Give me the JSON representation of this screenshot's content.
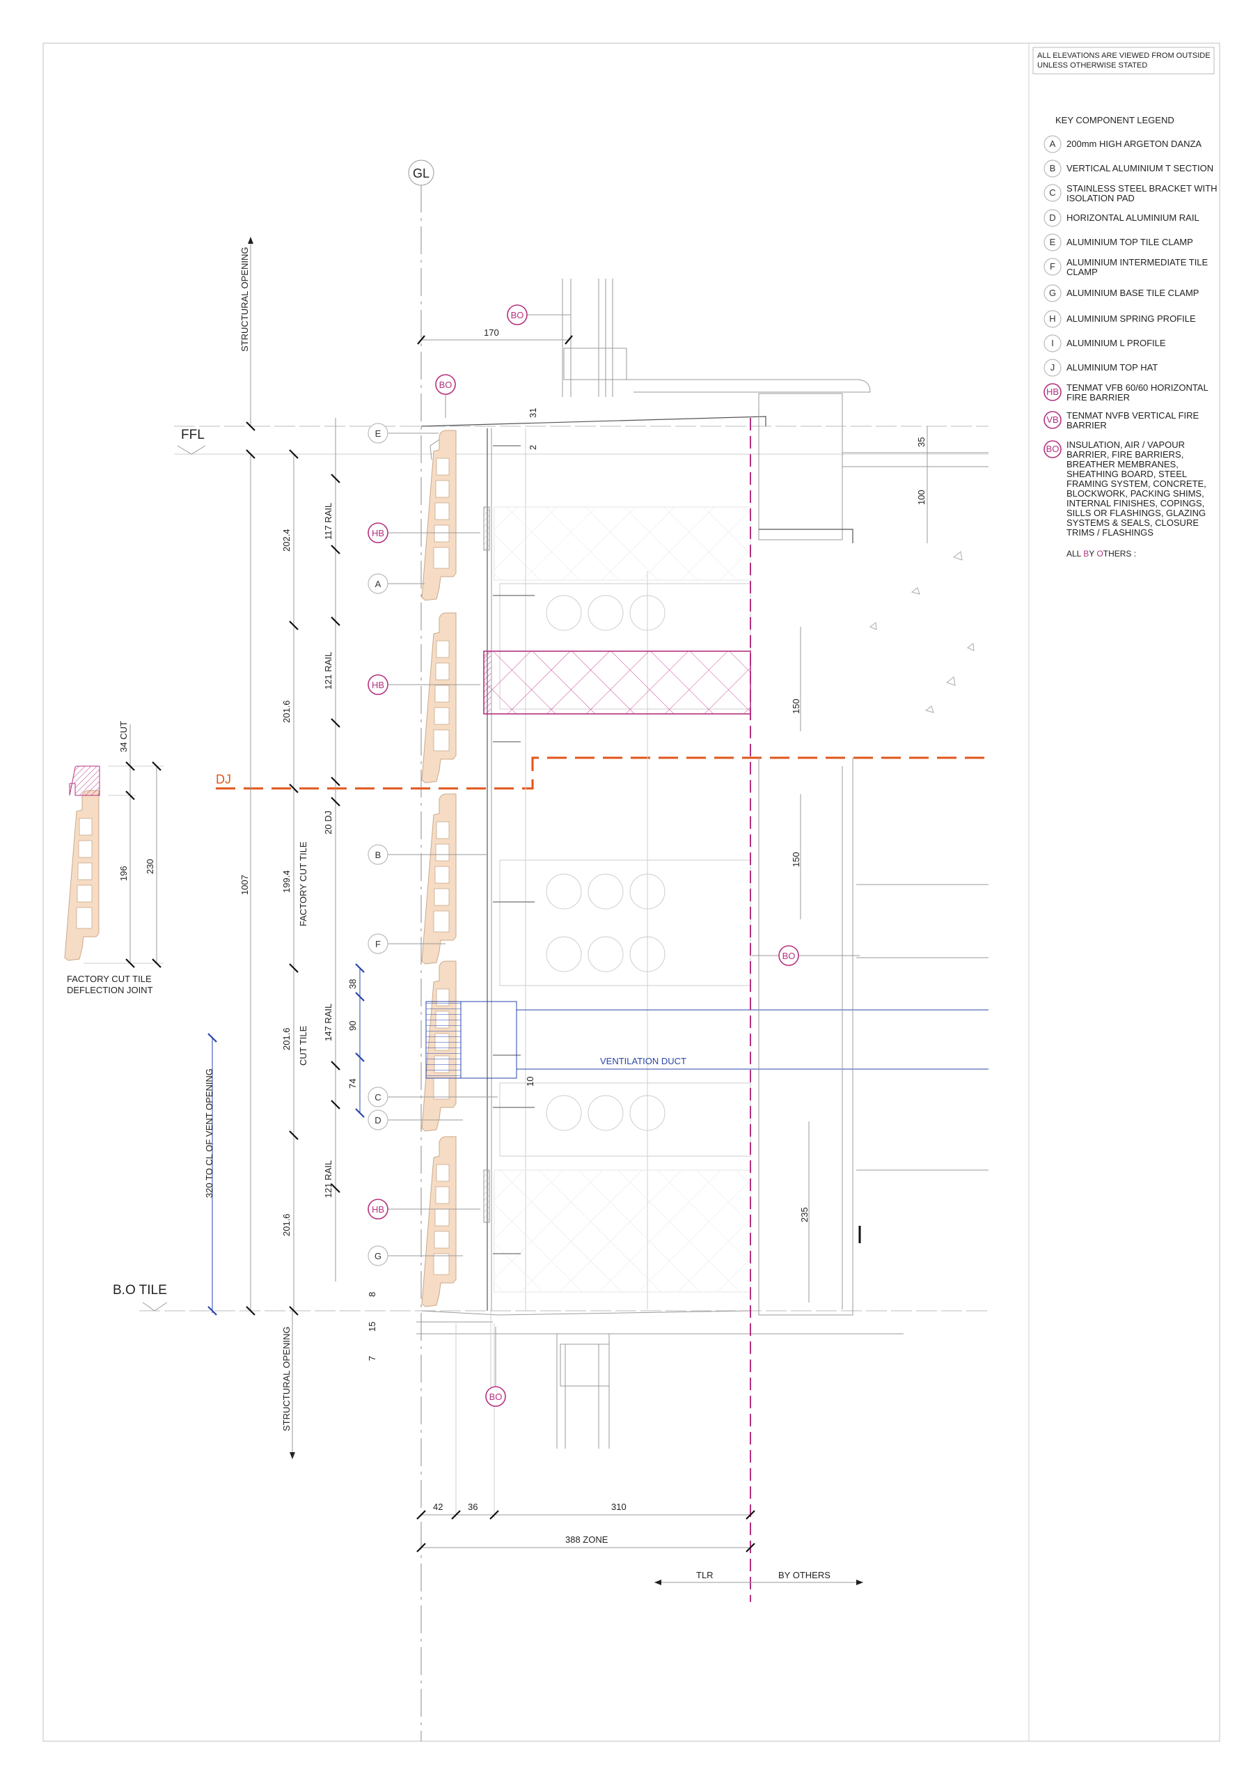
{
  "note": {
    "line1": "ALL ELEVATIONS ARE VIEWED FROM OUTSIDE",
    "line2": "UNLESS OTHERWISE STATED"
  },
  "legend": {
    "title": "KEY COMPONENT LEGEND",
    "items": [
      {
        "key": "A",
        "lines": [
          "200mm HIGH ARGETON DANZA"
        ]
      },
      {
        "key": "B",
        "lines": [
          "VERTICAL ALUMINIUM T SECTION"
        ]
      },
      {
        "key": "C",
        "lines": [
          "STAINLESS STEEL BRACKET WITH",
          "ISOLATION PAD"
        ]
      },
      {
        "key": "D",
        "lines": [
          "HORIZONTAL ALUMINIUM RAIL"
        ]
      },
      {
        "key": "E",
        "lines": [
          "ALUMINIUM TOP TILE CLAMP"
        ]
      },
      {
        "key": "F",
        "lines": [
          "ALUMINIUM INTERMEDIATE TILE",
          "CLAMP"
        ]
      },
      {
        "key": "G",
        "lines": [
          "ALUMINIUM BASE TILE CLAMP"
        ]
      },
      {
        "key": "H",
        "lines": [
          "ALUMINIUM SPRING PROFILE"
        ]
      },
      {
        "key": "I",
        "lines": [
          "ALUMINIUM L PROFILE"
        ]
      },
      {
        "key": "J",
        "lines": [
          "ALUMINIUM TOP HAT"
        ]
      },
      {
        "key": "HB",
        "lines": [
          "TENMAT VFB 60/60 HORIZONTAL",
          "FIRE BARRIER"
        ]
      },
      {
        "key": "VB",
        "lines": [
          "TENMAT NVFB VERTICAL FIRE",
          "BARRIER"
        ]
      },
      {
        "key": "BO",
        "lines": [
          "INSULATION, AIR / VAPOUR",
          "BARRIER, FIRE BARRIERS,",
          "BREATHER MEMBRANES,",
          "SHEATHING BOARD, STEEL",
          "FRAMING SYSTEM, CONCRETE,",
          "BLOCKWORK, PACKING SHIMS,",
          "INTERNAL FINISHES, COPINGS,",
          "SILLS OR FLASHINGS, GLAZING",
          "SYSTEMS & SEALS, CLOSURE",
          "TRIMS / FLASHINGS"
        ]
      }
    ],
    "footer": {
      "a": "ALL ",
      "b": "B",
      "c": "Y ",
      "d": "O",
      "e": "THERS :"
    }
  },
  "levels": {
    "gl": "GL",
    "ffl": "FFL",
    "dj": "DJ",
    "bo_tile": "B.O TILE"
  },
  "labels": {
    "structural_opening_top": "STRUCTURAL OPENING",
    "structural_opening_bottom": "STRUCTURAL OPENING",
    "ventilation_duct": "VENTILATION DUCT",
    "factory_cut_tile": "FACTORY CUT TILE",
    "cut_tile": "CUT TILE",
    "vent_opening": "320 TO CL OF VENT OPENING",
    "detail_caption_1": "FACTORY CUT TILE",
    "detail_caption_2": "DEFLECTION JOINT",
    "tlr": "TLR",
    "by_others": "BY OTHERS"
  },
  "dims": {
    "d170": "170",
    "d31": "31",
    "d2": "2",
    "d35": "35",
    "d100": "100",
    "d202_4": "202.4",
    "rail117": "117 RAIL",
    "rail121a": "121 RAIL",
    "d201_6a": "201.6",
    "dj20": "20 DJ",
    "d199_4": "199.4",
    "d1007": "1007",
    "d38": "38",
    "rail147": "147 RAIL",
    "d90": "90",
    "d201_6b": "201.6",
    "d74": "74",
    "rail121b": "121 RAIL",
    "d201_6c": "201.6",
    "d8": "8",
    "d15": "15",
    "d7": "7",
    "d10": "10",
    "d150a": "150",
    "d150b": "150",
    "d235": "235",
    "cut34": "34 CUT",
    "d196": "196",
    "d230": "230",
    "d42": "42",
    "d36": "36",
    "d310": "310",
    "zone388": "388 ZONE"
  },
  "callouts": {
    "A": "A",
    "B": "B",
    "C": "C",
    "D": "D",
    "E": "E",
    "F": "F",
    "G": "G",
    "HB": "HB",
    "BO": "BO"
  },
  "colors": {
    "tile": "#f6dcc4",
    "magenta": "#b5307f",
    "orange": "#e0561a",
    "blue": "#2a45a8"
  }
}
